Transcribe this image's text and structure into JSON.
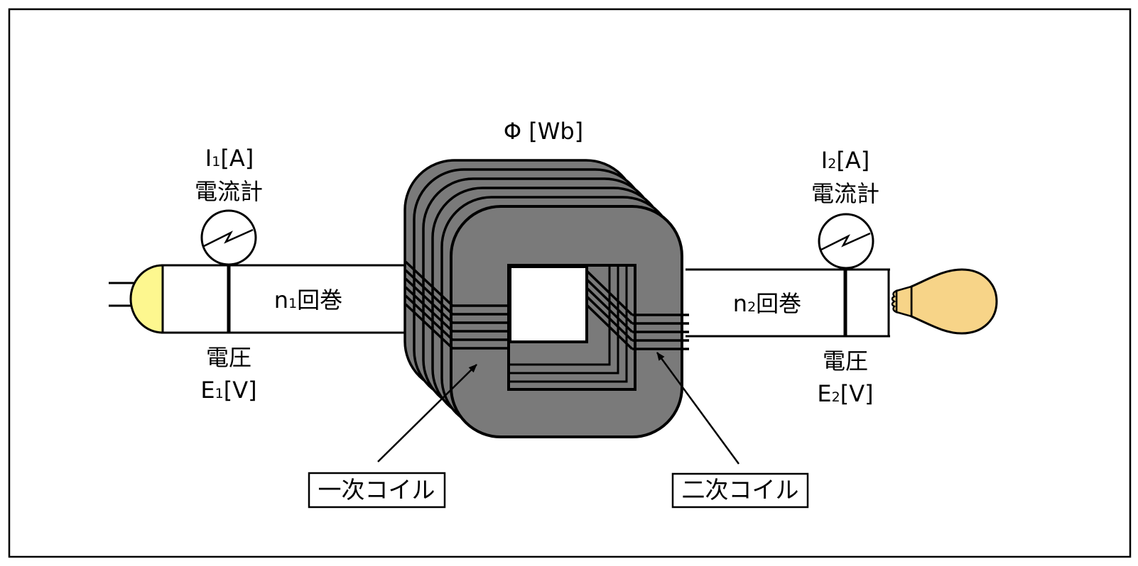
{
  "flux": {
    "symbol": "Φ",
    "unit": "[Wb]"
  },
  "primary": {
    "current": {
      "symbol": "I",
      "subscript": "1",
      "unit": "[A]"
    },
    "ammeter": "電流計",
    "turns": {
      "symbol": "n",
      "subscript": "1",
      "suffix": "回巻"
    },
    "voltage_label": "電圧",
    "voltage": {
      "symbol": "E",
      "subscript": "1",
      "unit": "[V]"
    },
    "coil_label": "一次コイル"
  },
  "secondary": {
    "current": {
      "symbol": "I",
      "subscript": "2",
      "unit": "[A]"
    },
    "ammeter": "電流計",
    "turns": {
      "symbol": "n",
      "subscript": "2",
      "suffix": "回巻"
    },
    "voltage_label": "電圧",
    "voltage": {
      "symbol": "E",
      "subscript": "2",
      "unit": "[V]"
    },
    "coil_label": "二次コイル"
  },
  "colors": {
    "core": "#7a7a7a",
    "plug": "#fdf78f",
    "bulb": "#f7d488",
    "stroke": "#000000",
    "background": "#ffffff"
  }
}
